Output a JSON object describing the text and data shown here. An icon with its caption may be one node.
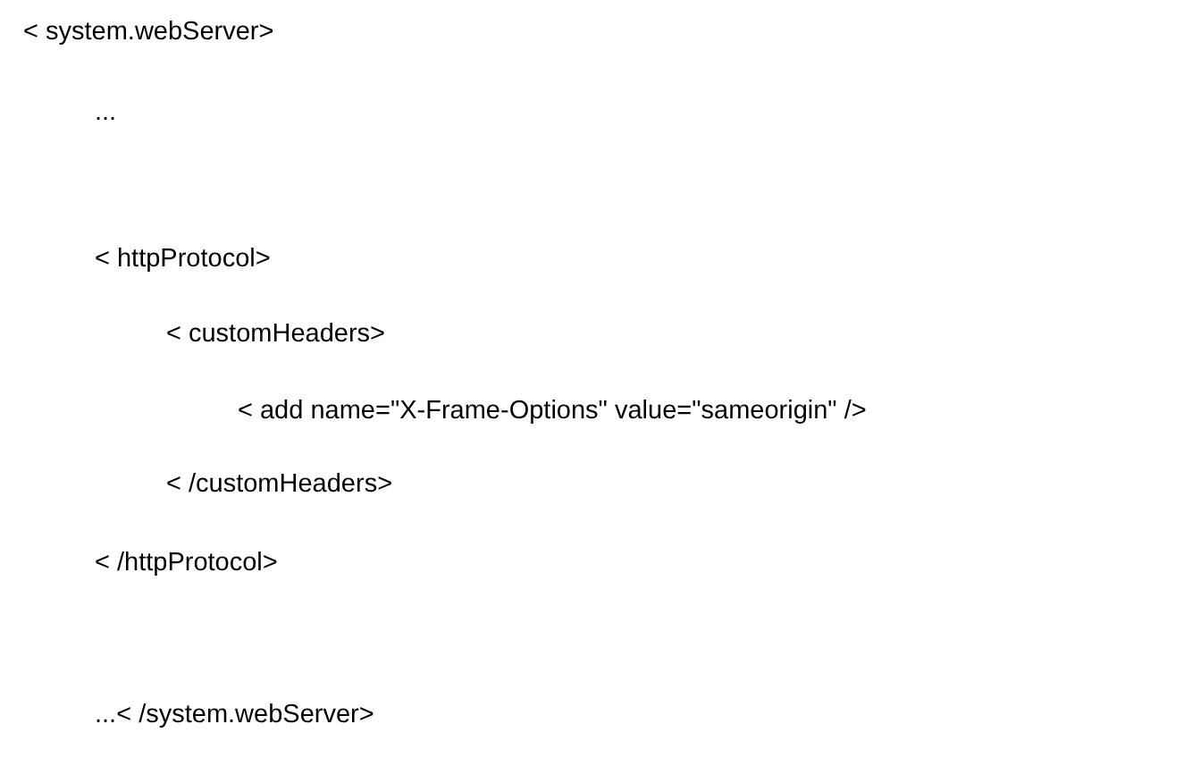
{
  "diagram": {
    "labels": [
      "< system.webServer>",
      "...",
      "< httpProtocol>",
      "< customHeaders>",
      "< add name=\"X-Frame-Options\" value=\"sameorigin\" />",
      "< /customHeaders>",
      "< /httpProtocol>",
      "...< /system.webServer>"
    ]
  }
}
